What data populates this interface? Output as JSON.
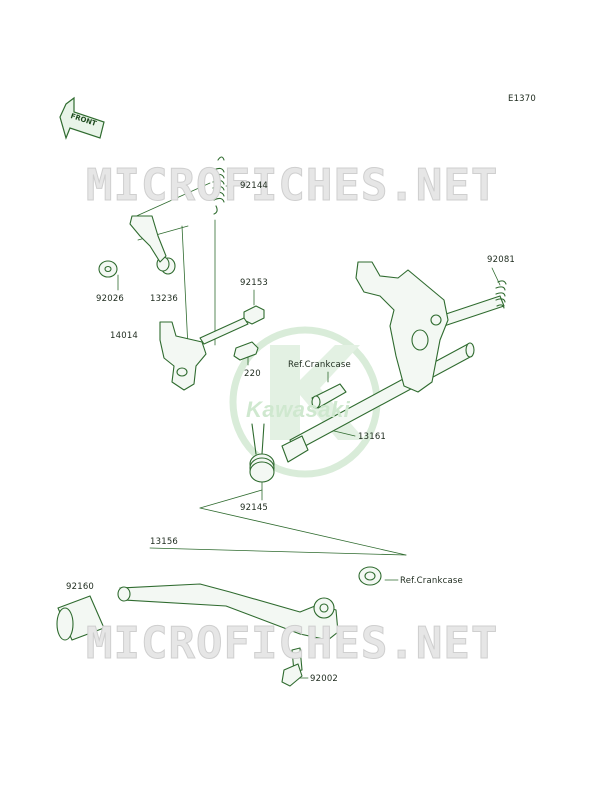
{
  "diagram_code": "E1370",
  "watermark": {
    "site": "MICROFICHES.NET",
    "brand": "Kawasaki"
  },
  "direction_badge": "FRONT",
  "parts": [
    {
      "id": "p92144",
      "label": "92144"
    },
    {
      "id": "p92026",
      "label": "92026"
    },
    {
      "id": "p13236",
      "label": "13236"
    },
    {
      "id": "p92153",
      "label": "92153"
    },
    {
      "id": "p14014",
      "label": "14014"
    },
    {
      "id": "p220",
      "label": "220"
    },
    {
      "id": "pRefCrank1",
      "label": "Ref.Crankcase"
    },
    {
      "id": "p92081",
      "label": "92081"
    },
    {
      "id": "p13161",
      "label": "13161"
    },
    {
      "id": "p92145",
      "label": "92145"
    },
    {
      "id": "p13156",
      "label": "13156"
    },
    {
      "id": "p92160",
      "label": "92160"
    },
    {
      "id": "pRefCrank2",
      "label": "Ref.Crankcase"
    },
    {
      "id": "p92002",
      "label": "92002"
    }
  ],
  "colors": {
    "line": "#2f6b2f",
    "fill": "#f3f8f3",
    "accent": "#cfe8cf"
  }
}
